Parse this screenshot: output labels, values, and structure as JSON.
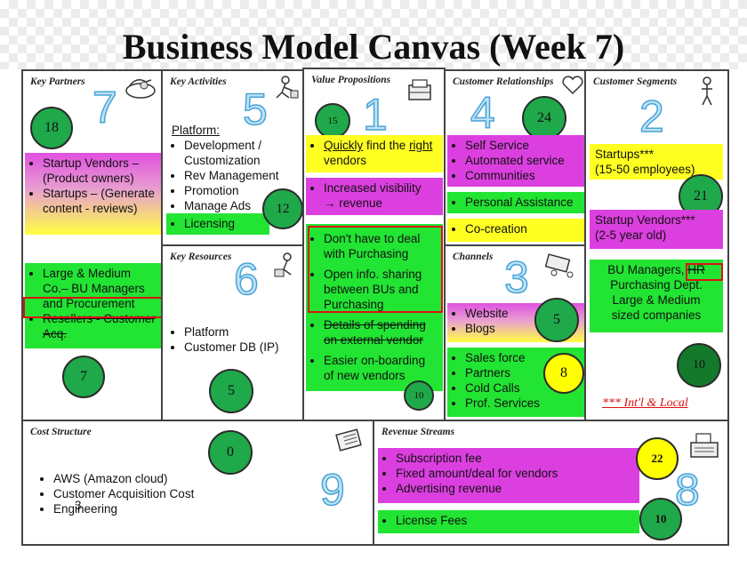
{
  "title": "Business Model Canvas (Week 7)",
  "partners": {
    "title": "Key Partners",
    "number": "7",
    "circle1": "18",
    "circle2": "7",
    "notes1": [
      "Startup Vendors – (Product owners)",
      "Startups – (Generate content - reviews)"
    ],
    "notes2_a": "Large & Medium Co.– BU Managers",
    "notes2_b": "and Procurement",
    "notes2_c": "Resellers - Customer Acq."
  },
  "activities": {
    "title": "Key Activities",
    "number": "5",
    "circle": "12",
    "platform_label": "Platform:",
    "items": [
      "Development / Customization",
      "Rev Management",
      "Promotion",
      "Manage Ads"
    ],
    "licensing": "Licensing"
  },
  "resources": {
    "title": "Key Resources",
    "number": "6",
    "circle": "5",
    "items": [
      "Platform",
      "Customer DB (IP)"
    ]
  },
  "value": {
    "title": "Value Propositions",
    "number": "1",
    "circle1": "15",
    "circle2": "10",
    "quickly": "Quickly",
    "find_the": " find the ",
    "right": "right",
    "vendors": " vendors",
    "visibility_a": "Increased visibility",
    "visibility_b": "→ revenue",
    "deal": "Don't have to deal with Purchasing",
    "open": "Open info. sharing between BUs and Purchasing",
    "details": "Details of spending on external vendor",
    "onboarding": "Easier on-boarding of new vendors"
  },
  "relationships": {
    "title": "Customer Relationships",
    "number": "4",
    "circle": "24",
    "items": [
      "Self Service",
      "Automated service",
      "Communities"
    ],
    "personal": "Personal Assistance",
    "cocreation": "Co-creation"
  },
  "channels": {
    "title": "Channels",
    "number": "3",
    "circle1": "5",
    "circle2": "8",
    "web": [
      "Website",
      "Blogs"
    ],
    "sales": [
      "Sales force",
      "Partners",
      "Cold Calls",
      "Prof. Services"
    ]
  },
  "segments": {
    "title": "Customer Segments",
    "number": "2",
    "circle1": "21",
    "circle2": "10",
    "startups_a": "Startups***",
    "startups_b": "(15-50 employees)",
    "vendors_a": "Startup Vendors***",
    "vendors_b": "(2-5 year old)",
    "bu_a": "BU Managers, ",
    "bu_hr": "HR",
    "bu_b": "Purchasing Dept.",
    "bu_c": "Large & Medium",
    "bu_d": "sized companies",
    "intl": "*** Int'l & Local"
  },
  "cost": {
    "title": "Cost Structure",
    "number": "9",
    "circle": "0",
    "items": [
      "AWS (Amazon cloud)",
      "Customer Acquisition Cost",
      "Engineering"
    ],
    "stray": "3"
  },
  "revenue": {
    "title": "Revenue Streams",
    "number": "8",
    "circle1": "22",
    "circle2": "10",
    "items": [
      "Subscription fee",
      "Fixed amount/deal for vendors",
      "Advertising revenue"
    ],
    "license": "License Fees"
  },
  "colors": {
    "pink": "#dc3fe0",
    "yellow": "#ffff22",
    "green": "#22e433",
    "circle_green": "#1fa94a",
    "number_blue": "#4aa3d6"
  }
}
